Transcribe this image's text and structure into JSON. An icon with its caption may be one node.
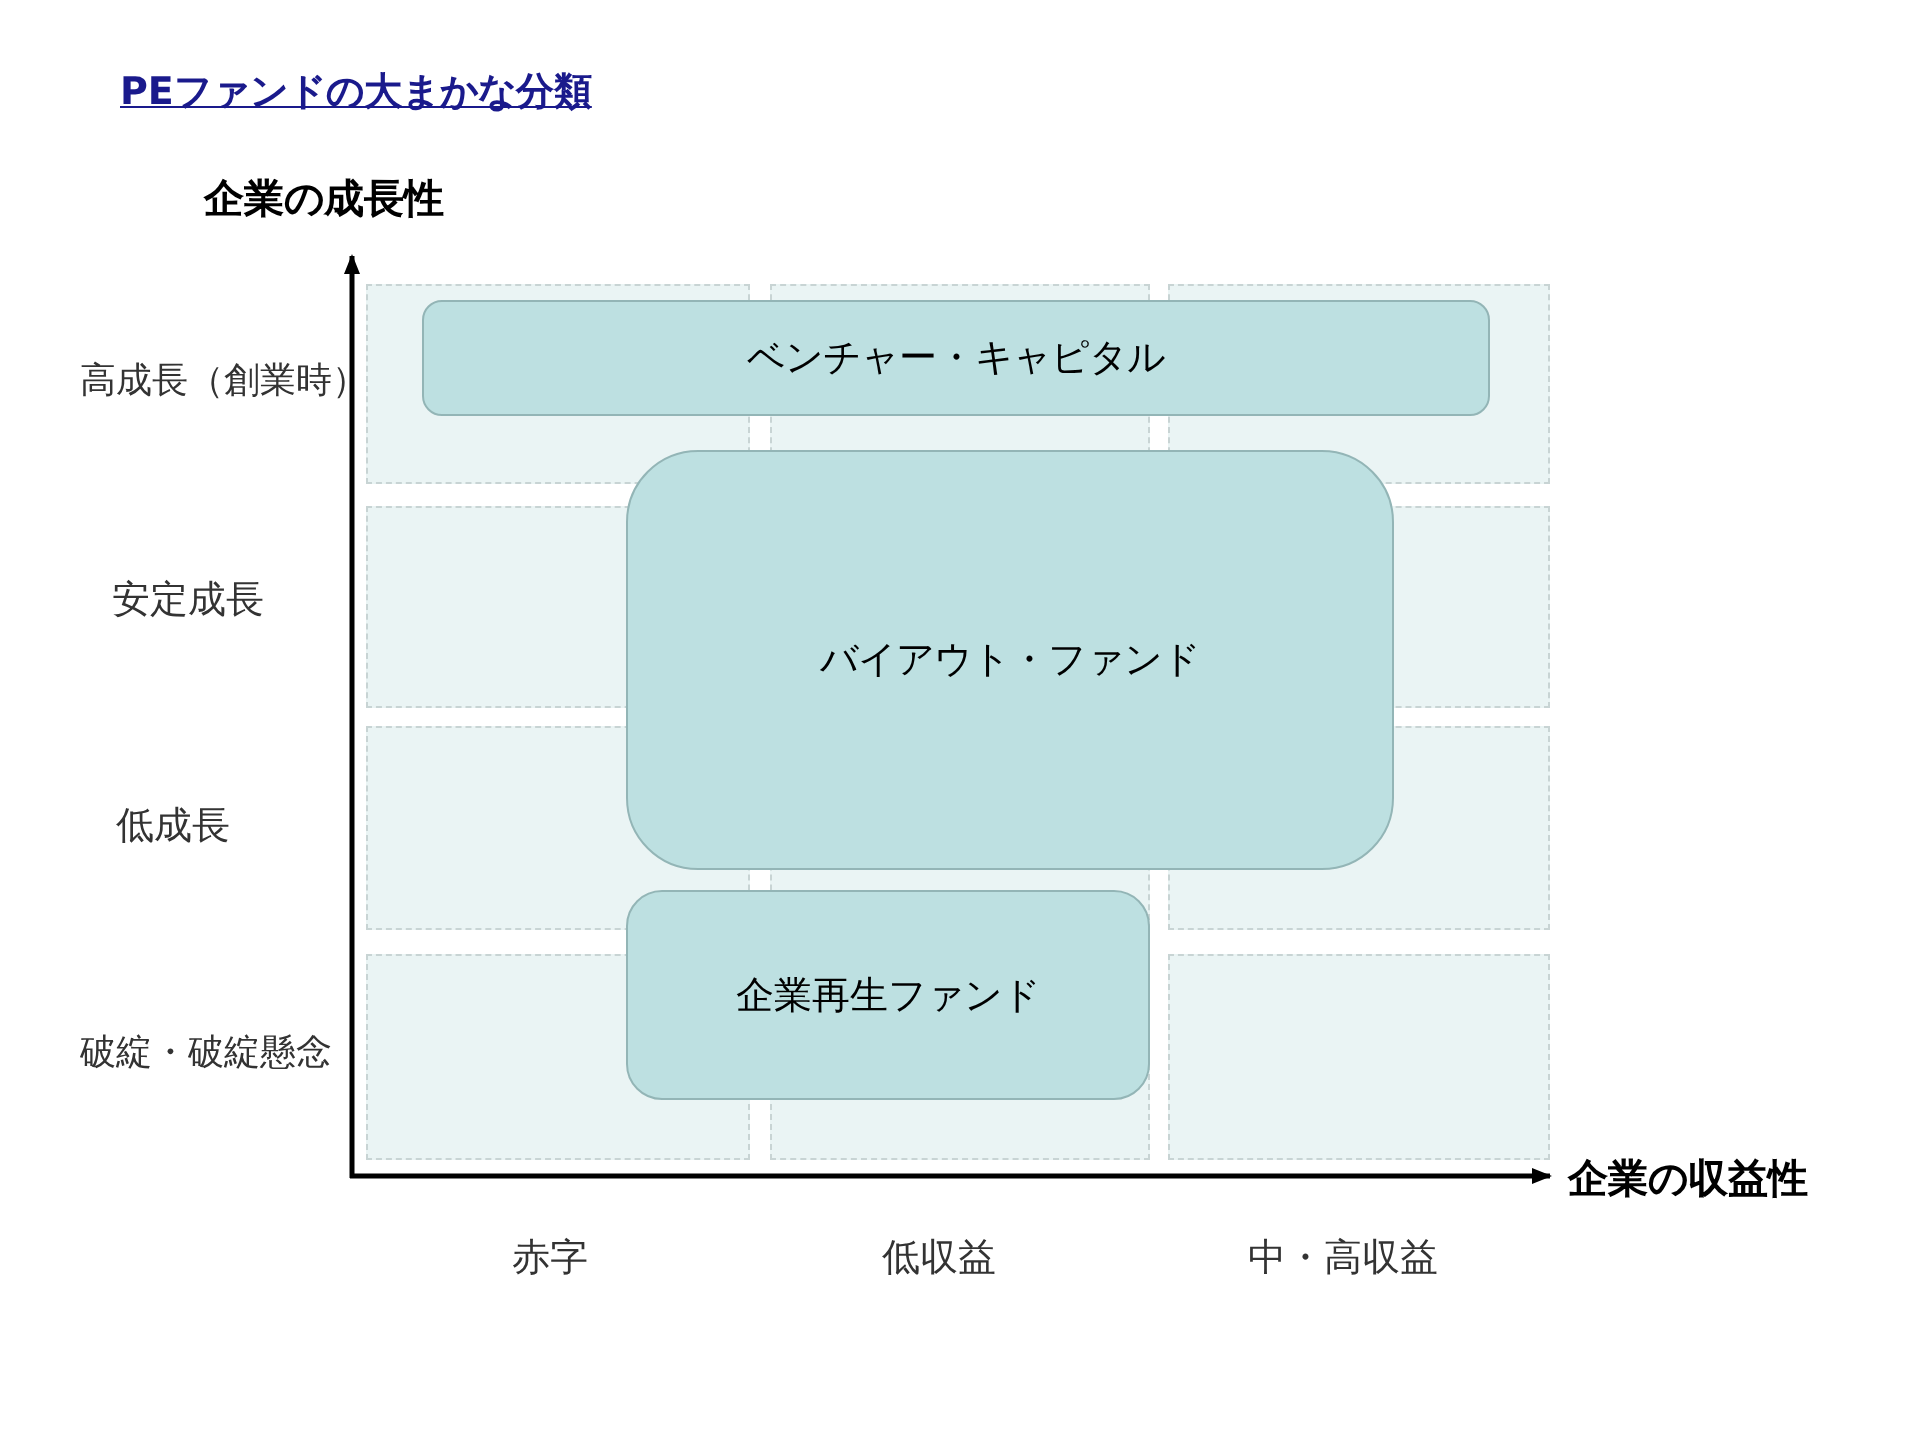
{
  "diagram": {
    "title": "PEファンドの大まかな分類",
    "nodes": [
      {
        "text": [
          "ベンチャー・キャピタル"
        ]
      },
      {
        "text": [
          "バイアウト・ファンド"
        ]
      },
      {
        "text": [
          "企業再生ファンド"
        ]
      }
    ],
    "labels": [
      "企業の成長性",
      "高成長（創業時）",
      "安定成長",
      "低成長",
      "破綻・破綻懸念",
      "企業の収益性",
      "赤字",
      "低収益",
      "中・高収益"
    ]
  }
}
